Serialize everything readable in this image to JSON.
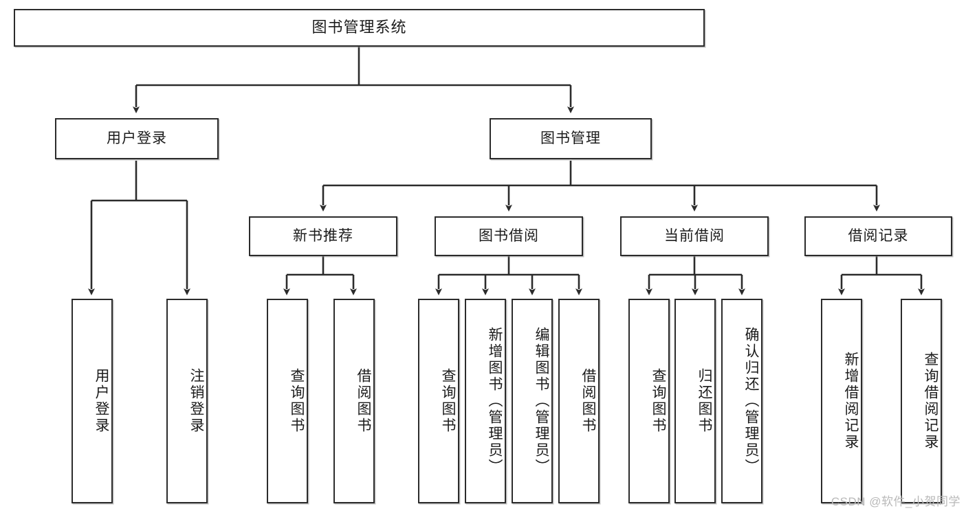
{
  "diagram": {
    "title": "图书管理系统",
    "type": "tree-hierarchy",
    "colors": {
      "box_border": "#2b2b2b",
      "box_fill": "#ffffff",
      "connector": "#2b2b2b",
      "text": "#1b1b1b",
      "watermark": "#b9b9b9"
    },
    "nodes": {
      "root": {
        "label": "图书管理系统"
      },
      "level2": [
        {
          "label": "用户登录"
        },
        {
          "label": "图书管理"
        }
      ],
      "level3": [
        {
          "label": "新书推荐"
        },
        {
          "label": "图书借阅"
        },
        {
          "label": "当前借阅"
        },
        {
          "label": "借阅记录"
        }
      ],
      "leaves": {
        "user_login": [
          {
            "label": "用户登录"
          },
          {
            "label": "注销登录"
          }
        ],
        "new_book": [
          {
            "label": "查询图书"
          },
          {
            "label": "借阅图书"
          }
        ],
        "book_borrow": [
          {
            "label": "查询图书"
          },
          {
            "label": "新增图书（管理员）"
          },
          {
            "label": "编辑图书（管理员）"
          },
          {
            "label": "借阅图书"
          }
        ],
        "current_borrow": [
          {
            "label": "查询图书"
          },
          {
            "label": "归还图书"
          },
          {
            "label": "确认归还（管理员）"
          }
        ],
        "borrow_record": [
          {
            "label": "新增借阅记录"
          },
          {
            "label": "查询借阅记录"
          }
        ]
      }
    },
    "watermark": "CSDN @软件_小贺同学"
  }
}
